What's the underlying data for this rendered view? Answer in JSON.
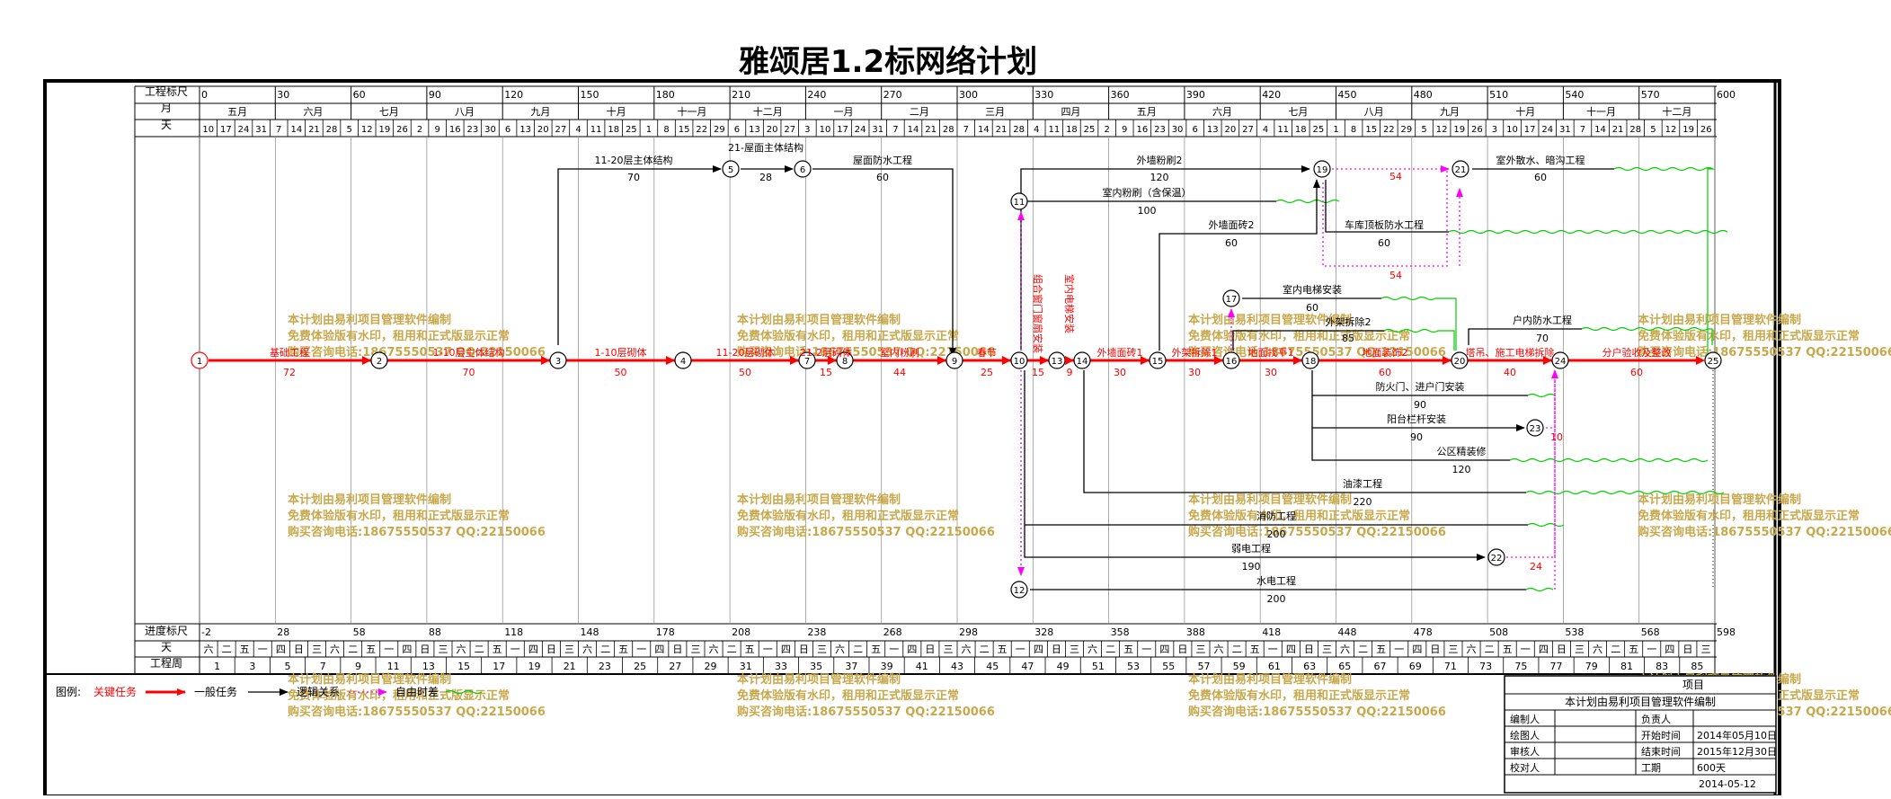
{
  "title": "雅颂居1.2标网络计划",
  "rows": {
    "top_scale_label": "工程标尺",
    "month_label": "月",
    "day_label": "天",
    "bottom_scale_label": "进度标尺",
    "weekday_label": "天",
    "week_label": "工程周"
  },
  "top_scale_ticks": [
    "0",
    "30",
    "60",
    "90",
    "120",
    "150",
    "180",
    "210",
    "240",
    "270",
    "300",
    "330",
    "360",
    "390",
    "420",
    "450",
    "480",
    "510",
    "540",
    "570",
    "600"
  ],
  "months": [
    "五月",
    "六月",
    "七月",
    "八月",
    "九月",
    "十月",
    "十一月",
    "十二月",
    "一月",
    "二月",
    "三月",
    "四月",
    "五月",
    "六月",
    "七月",
    "八月",
    "九月",
    "十月",
    "十一月",
    "十二月"
  ],
  "days": [
    "10",
    "17",
    "24",
    "31",
    "7",
    "14",
    "21",
    "28",
    "5",
    "12",
    "19",
    "26",
    "2",
    "9",
    "16",
    "23",
    "30",
    "6",
    "13",
    "20",
    "27",
    "4",
    "11",
    "18",
    "25",
    "1",
    "8",
    "15",
    "22",
    "29",
    "6",
    "13",
    "20",
    "27",
    "3",
    "10",
    "17",
    "24",
    "31",
    "7",
    "14",
    "21",
    "28",
    "7",
    "14",
    "21",
    "28",
    "4",
    "11",
    "18",
    "25",
    "2",
    "9",
    "16",
    "23",
    "30",
    "6",
    "13",
    "20",
    "27",
    "4",
    "11",
    "18",
    "25",
    "1",
    "8",
    "15",
    "22",
    "29",
    "5",
    "12",
    "19",
    "26",
    "3",
    "10",
    "17",
    "24",
    "31",
    "7",
    "14",
    "21",
    "28",
    "5",
    "12",
    "19",
    "26"
  ],
  "bottom_scale_ticks": [
    "-2",
    "28",
    "58",
    "88",
    "118",
    "148",
    "178",
    "208",
    "238",
    "268",
    "298",
    "328",
    "358",
    "388",
    "418",
    "448",
    "478",
    "508",
    "538",
    "568",
    "598"
  ],
  "weekdays": [
    "六",
    "二",
    "五",
    "一",
    "四",
    "日",
    "三",
    "六",
    "二",
    "五",
    "一",
    "四",
    "日",
    "三",
    "六",
    "二",
    "五",
    "一",
    "四",
    "日",
    "三",
    "六",
    "二",
    "五",
    "一",
    "四",
    "日",
    "三",
    "六",
    "二",
    "五",
    "一",
    "四",
    "日",
    "三",
    "六",
    "二",
    "五",
    "一",
    "四",
    "日",
    "三",
    "六",
    "二",
    "五",
    "一",
    "四",
    "日",
    "三",
    "六",
    "二",
    "五",
    "一",
    "四",
    "日",
    "三",
    "六",
    "二",
    "五",
    "一",
    "四",
    "日",
    "三",
    "六",
    "二",
    "五",
    "一",
    "四",
    "日",
    "三",
    "六",
    "二",
    "五",
    "一",
    "四",
    "日",
    "三",
    "六",
    "二",
    "五",
    "一",
    "四",
    "日",
    "三"
  ],
  "weeks": [
    "1",
    "3",
    "5",
    "7",
    "9",
    "11",
    "13",
    "15",
    "17",
    "19",
    "21",
    "23",
    "25",
    "27",
    "29",
    "31",
    "33",
    "35",
    "37",
    "39",
    "41",
    "43",
    "45",
    "47",
    "49",
    "51",
    "53",
    "55",
    "57",
    "59",
    "61",
    "63",
    "65",
    "67",
    "69",
    "71",
    "73",
    "75",
    "77",
    "79",
    "81",
    "83",
    "85"
  ],
  "nodes": [
    {
      "id": "1"
    },
    {
      "id": "2"
    },
    {
      "id": "3"
    },
    {
      "id": "4"
    },
    {
      "id": "5"
    },
    {
      "id": "6"
    },
    {
      "id": "7"
    },
    {
      "id": "8"
    },
    {
      "id": "9"
    },
    {
      "id": "10"
    },
    {
      "id": "11"
    },
    {
      "id": "12"
    },
    {
      "id": "13"
    },
    {
      "id": "14"
    },
    {
      "id": "15"
    },
    {
      "id": "16"
    },
    {
      "id": "17"
    },
    {
      "id": "18"
    },
    {
      "id": "19"
    },
    {
      "id": "20"
    },
    {
      "id": "21"
    },
    {
      "id": "22"
    },
    {
      "id": "23"
    },
    {
      "id": "24"
    },
    {
      "id": "25"
    }
  ],
  "critical_tasks": [
    {
      "name": "基础工程",
      "duration": "72"
    },
    {
      "name": "1-10层主体结构",
      "duration": "70"
    },
    {
      "name": "1-10层砌体",
      "duration": "50"
    },
    {
      "name": "11-20层砌体",
      "duration": "50"
    },
    {
      "name": "21-2层砌体",
      "duration": "15"
    },
    {
      "name": "室内粉刷",
      "duration": "44"
    },
    {
      "name": "春节",
      "duration": "25"
    },
    {
      "name": "组合窗门窗扇安装",
      "duration": "15"
    },
    {
      "name": "室内电梯安装",
      "duration": "9"
    },
    {
      "name": "外墙面砖1",
      "duration": "30"
    },
    {
      "name": "外架拆除1",
      "duration": "30"
    },
    {
      "name": "地面找平1",
      "duration": "30"
    },
    {
      "name": "地面装饰2",
      "duration": "60"
    },
    {
      "name": "塔吊、施工电梯拆除",
      "duration": "40"
    },
    {
      "name": "分户验收及整改",
      "duration": "60"
    }
  ],
  "tasks": [
    {
      "name": "11-20层主体结构",
      "duration": "70"
    },
    {
      "name": "21-屋面主体结构",
      "duration": "28"
    },
    {
      "name": "屋面防水工程",
      "duration": "60"
    },
    {
      "name": "外墙粉刷2",
      "duration": "120"
    },
    {
      "name": "室外散水、暗沟工程",
      "duration": "60"
    },
    {
      "name": "室内粉刷（含保温）",
      "duration": "100"
    },
    {
      "name": "外墙面砖2",
      "duration": "60"
    },
    {
      "name": "车库顶板防水工程",
      "duration": "60"
    },
    {
      "name": "室内电梯安装",
      "duration": "60"
    },
    {
      "name": "外架拆除2",
      "duration": "85"
    },
    {
      "name": "户内防水工程",
      "duration": "70"
    },
    {
      "name": "防火门、进户门安装",
      "duration": "90"
    },
    {
      "name": "阳台栏杆安装",
      "duration": "90"
    },
    {
      "name": "公区精装修",
      "duration": "120"
    },
    {
      "name": "油漆工程",
      "duration": "220"
    },
    {
      "name": "消防工程",
      "duration": "200"
    },
    {
      "name": "弱电工程",
      "duration": "190"
    },
    {
      "name": "水电工程",
      "duration": "200"
    }
  ],
  "float_labels": [
    "54",
    "54",
    "10",
    "24"
  ],
  "watermark": {
    "line1": "本计划由易利项目管理软件编制",
    "line2": "免费体验版有水印，租用和正式版显示正常",
    "line3": "购买咨询电话:18675550537 QQ:22150066"
  },
  "legend": {
    "label": "图例:",
    "critical": "关键任务",
    "normal": "一般任务",
    "logic": "逻辑关系",
    "free_float": "自由时差"
  },
  "info_table": {
    "project_label": "项目",
    "compiler_note": "本计划由易利项目管理软件编制",
    "rows": [
      {
        "k1": "编制人",
        "v1": "",
        "k2": "负责人",
        "v2": ""
      },
      {
        "k1": "绘图人",
        "v1": "",
        "k2": "开始时间",
        "v2": "2014年05月10日"
      },
      {
        "k1": "审核人",
        "v1": "",
        "k2": "结束时间",
        "v2": "2015年12月30日"
      },
      {
        "k1": "校对人",
        "v1": "",
        "k2": "工期",
        "v2": "600天"
      }
    ],
    "date": "2014-05-12"
  },
  "colors": {
    "critical": "#ff0000",
    "normal": "#000000",
    "free_float": "#ff00ff",
    "watermark": "#c8a84c",
    "slack": "#00cc00"
  }
}
